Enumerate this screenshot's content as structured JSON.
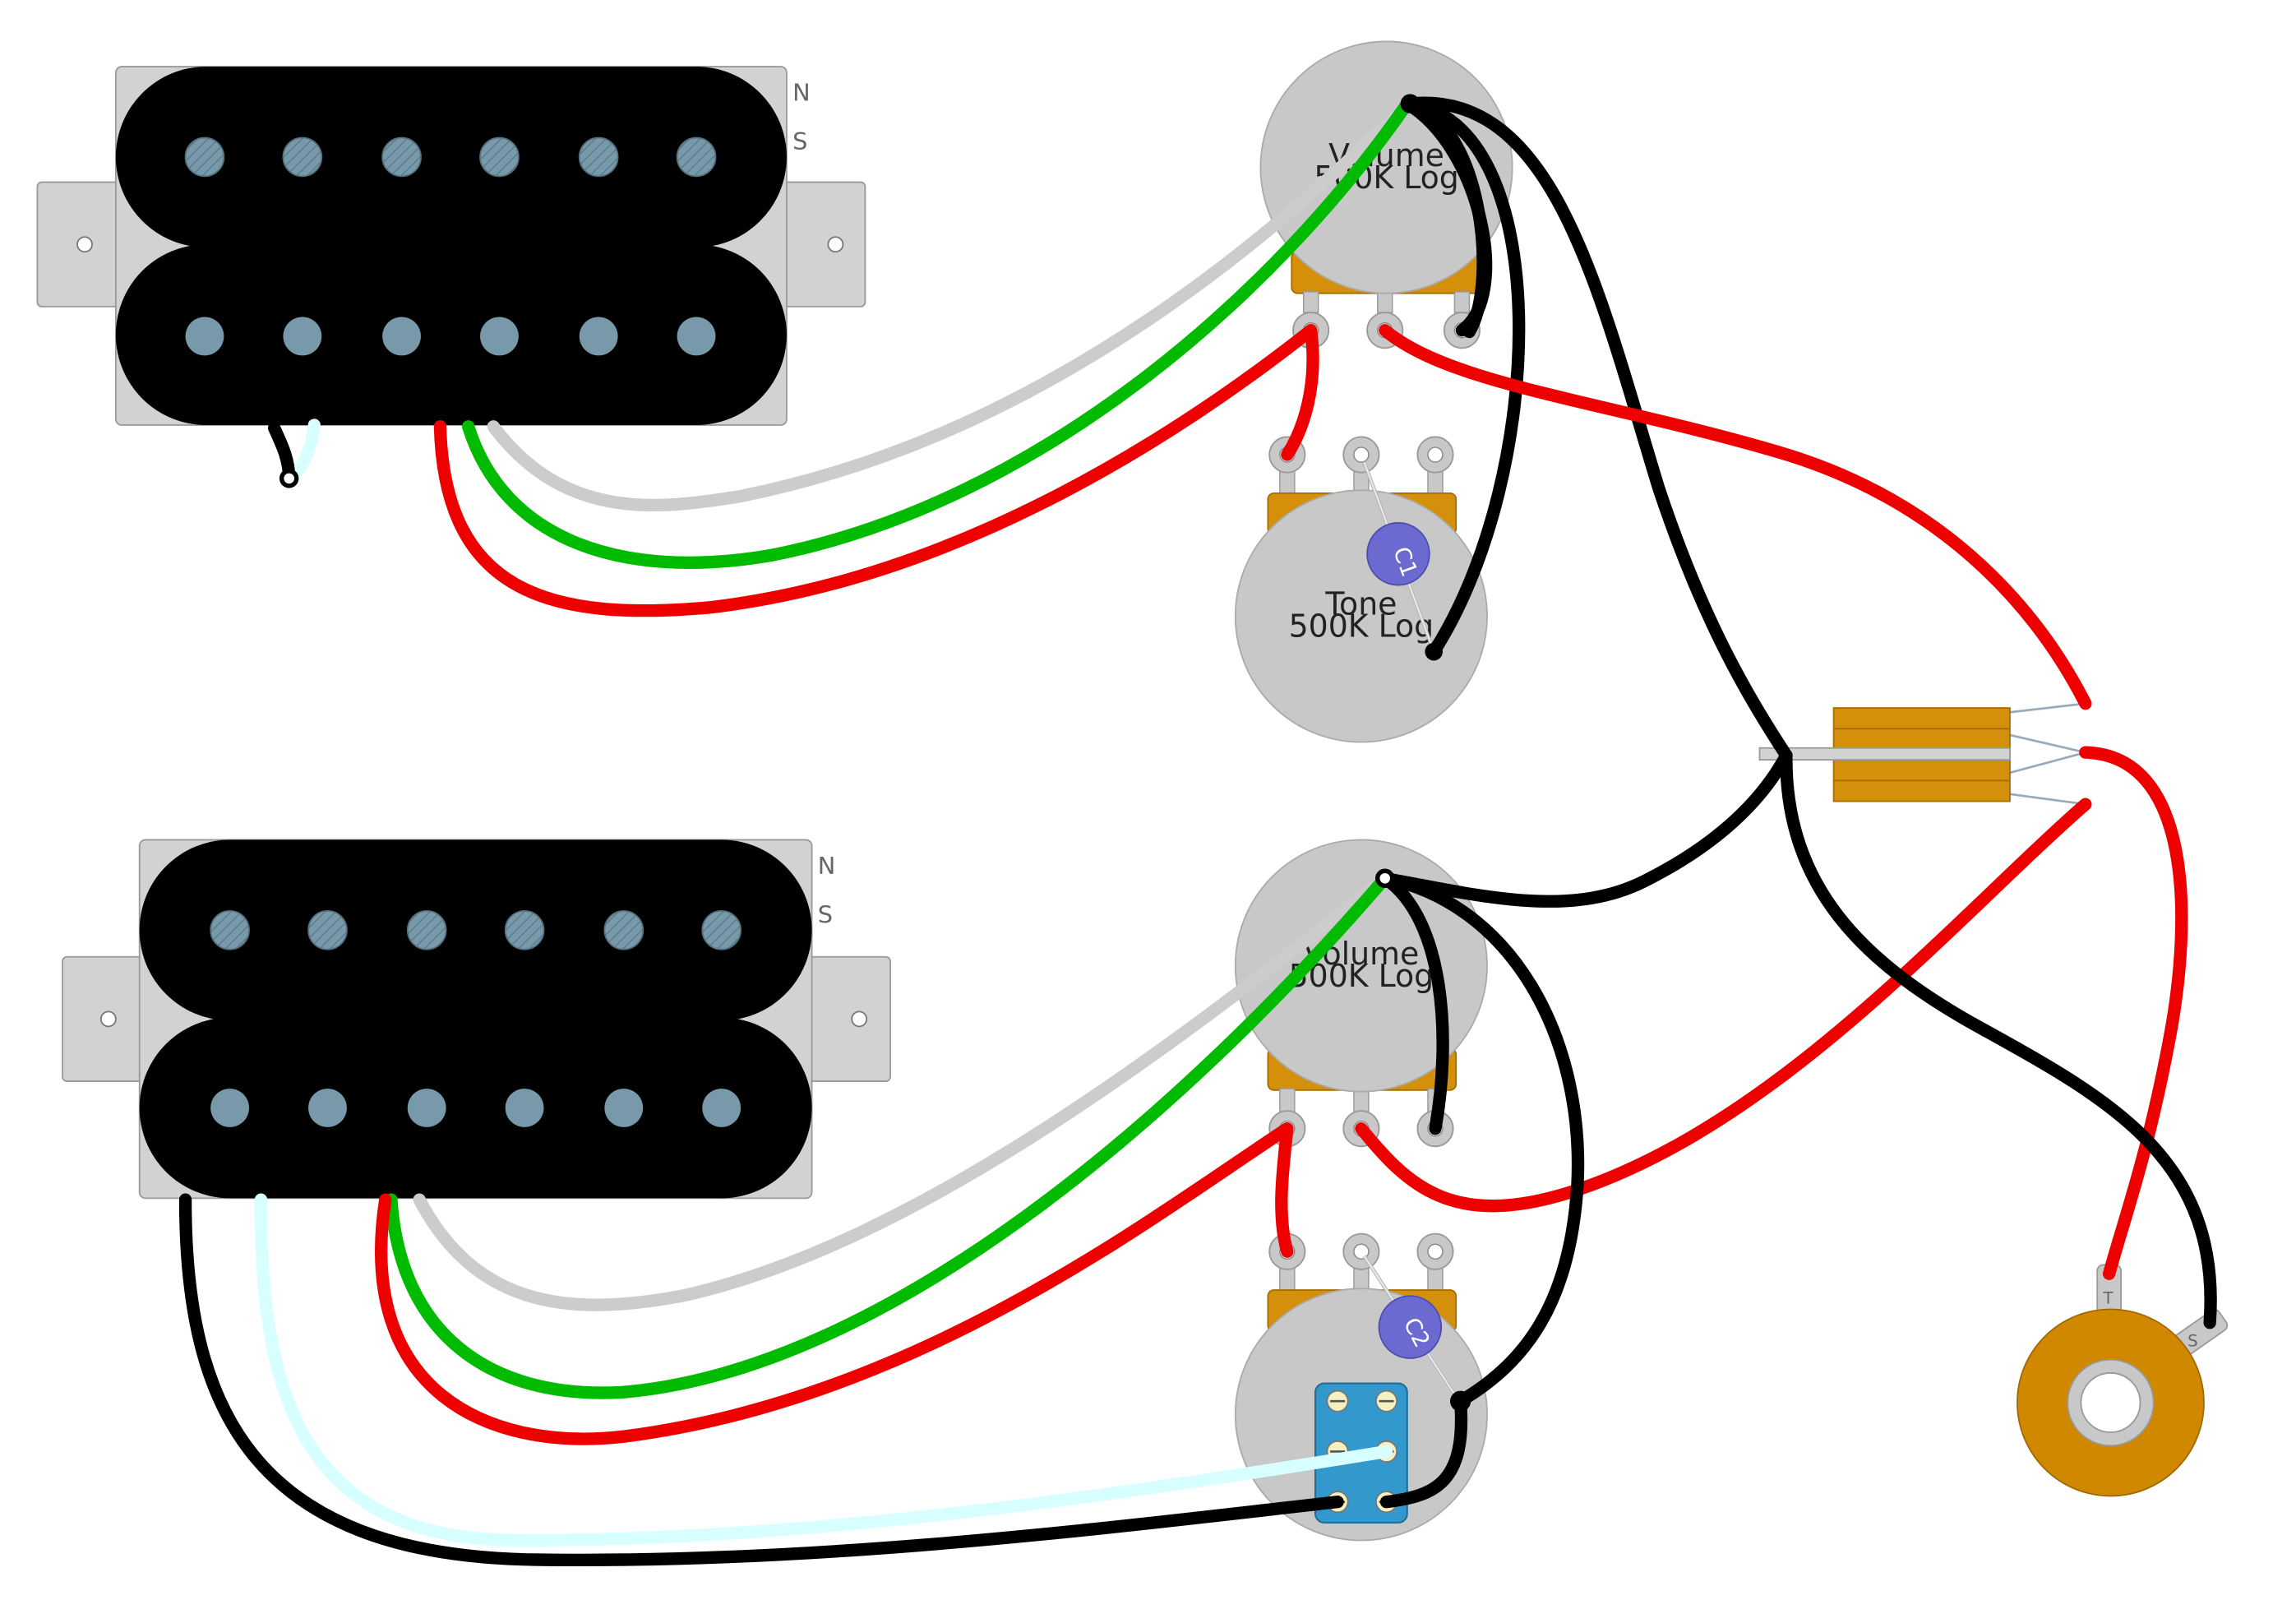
{
  "pickups": {
    "neck": {
      "north_label": "N",
      "south_label": "S"
    },
    "bridge": {
      "north_label": "N",
      "south_label": "S"
    }
  },
  "pots": {
    "neck_volume": {
      "name": "Volume",
      "value": "500K Log"
    },
    "neck_tone": {
      "name": "Tone",
      "value": "500K Log"
    },
    "bridge_volume": {
      "name": "Volume",
      "value": "500K Log"
    }
  },
  "capacitors": {
    "c1": "C1",
    "c2": "C2"
  },
  "jack": {
    "tip_label": "T",
    "sleeve_label": "S"
  },
  "colors": {
    "wire_red": "#ee0000",
    "wire_green": "#00bb00",
    "wire_black": "#000000",
    "wire_white": "#cccccc",
    "wire_bare": "#d8ffff",
    "pot_body": "#c8c8c8",
    "pot_casing": "#d4900a",
    "capacitor": "#6a6ad0",
    "switch": "#3399cc",
    "jack": "#d08800",
    "pole_piece": "#7799aa"
  }
}
